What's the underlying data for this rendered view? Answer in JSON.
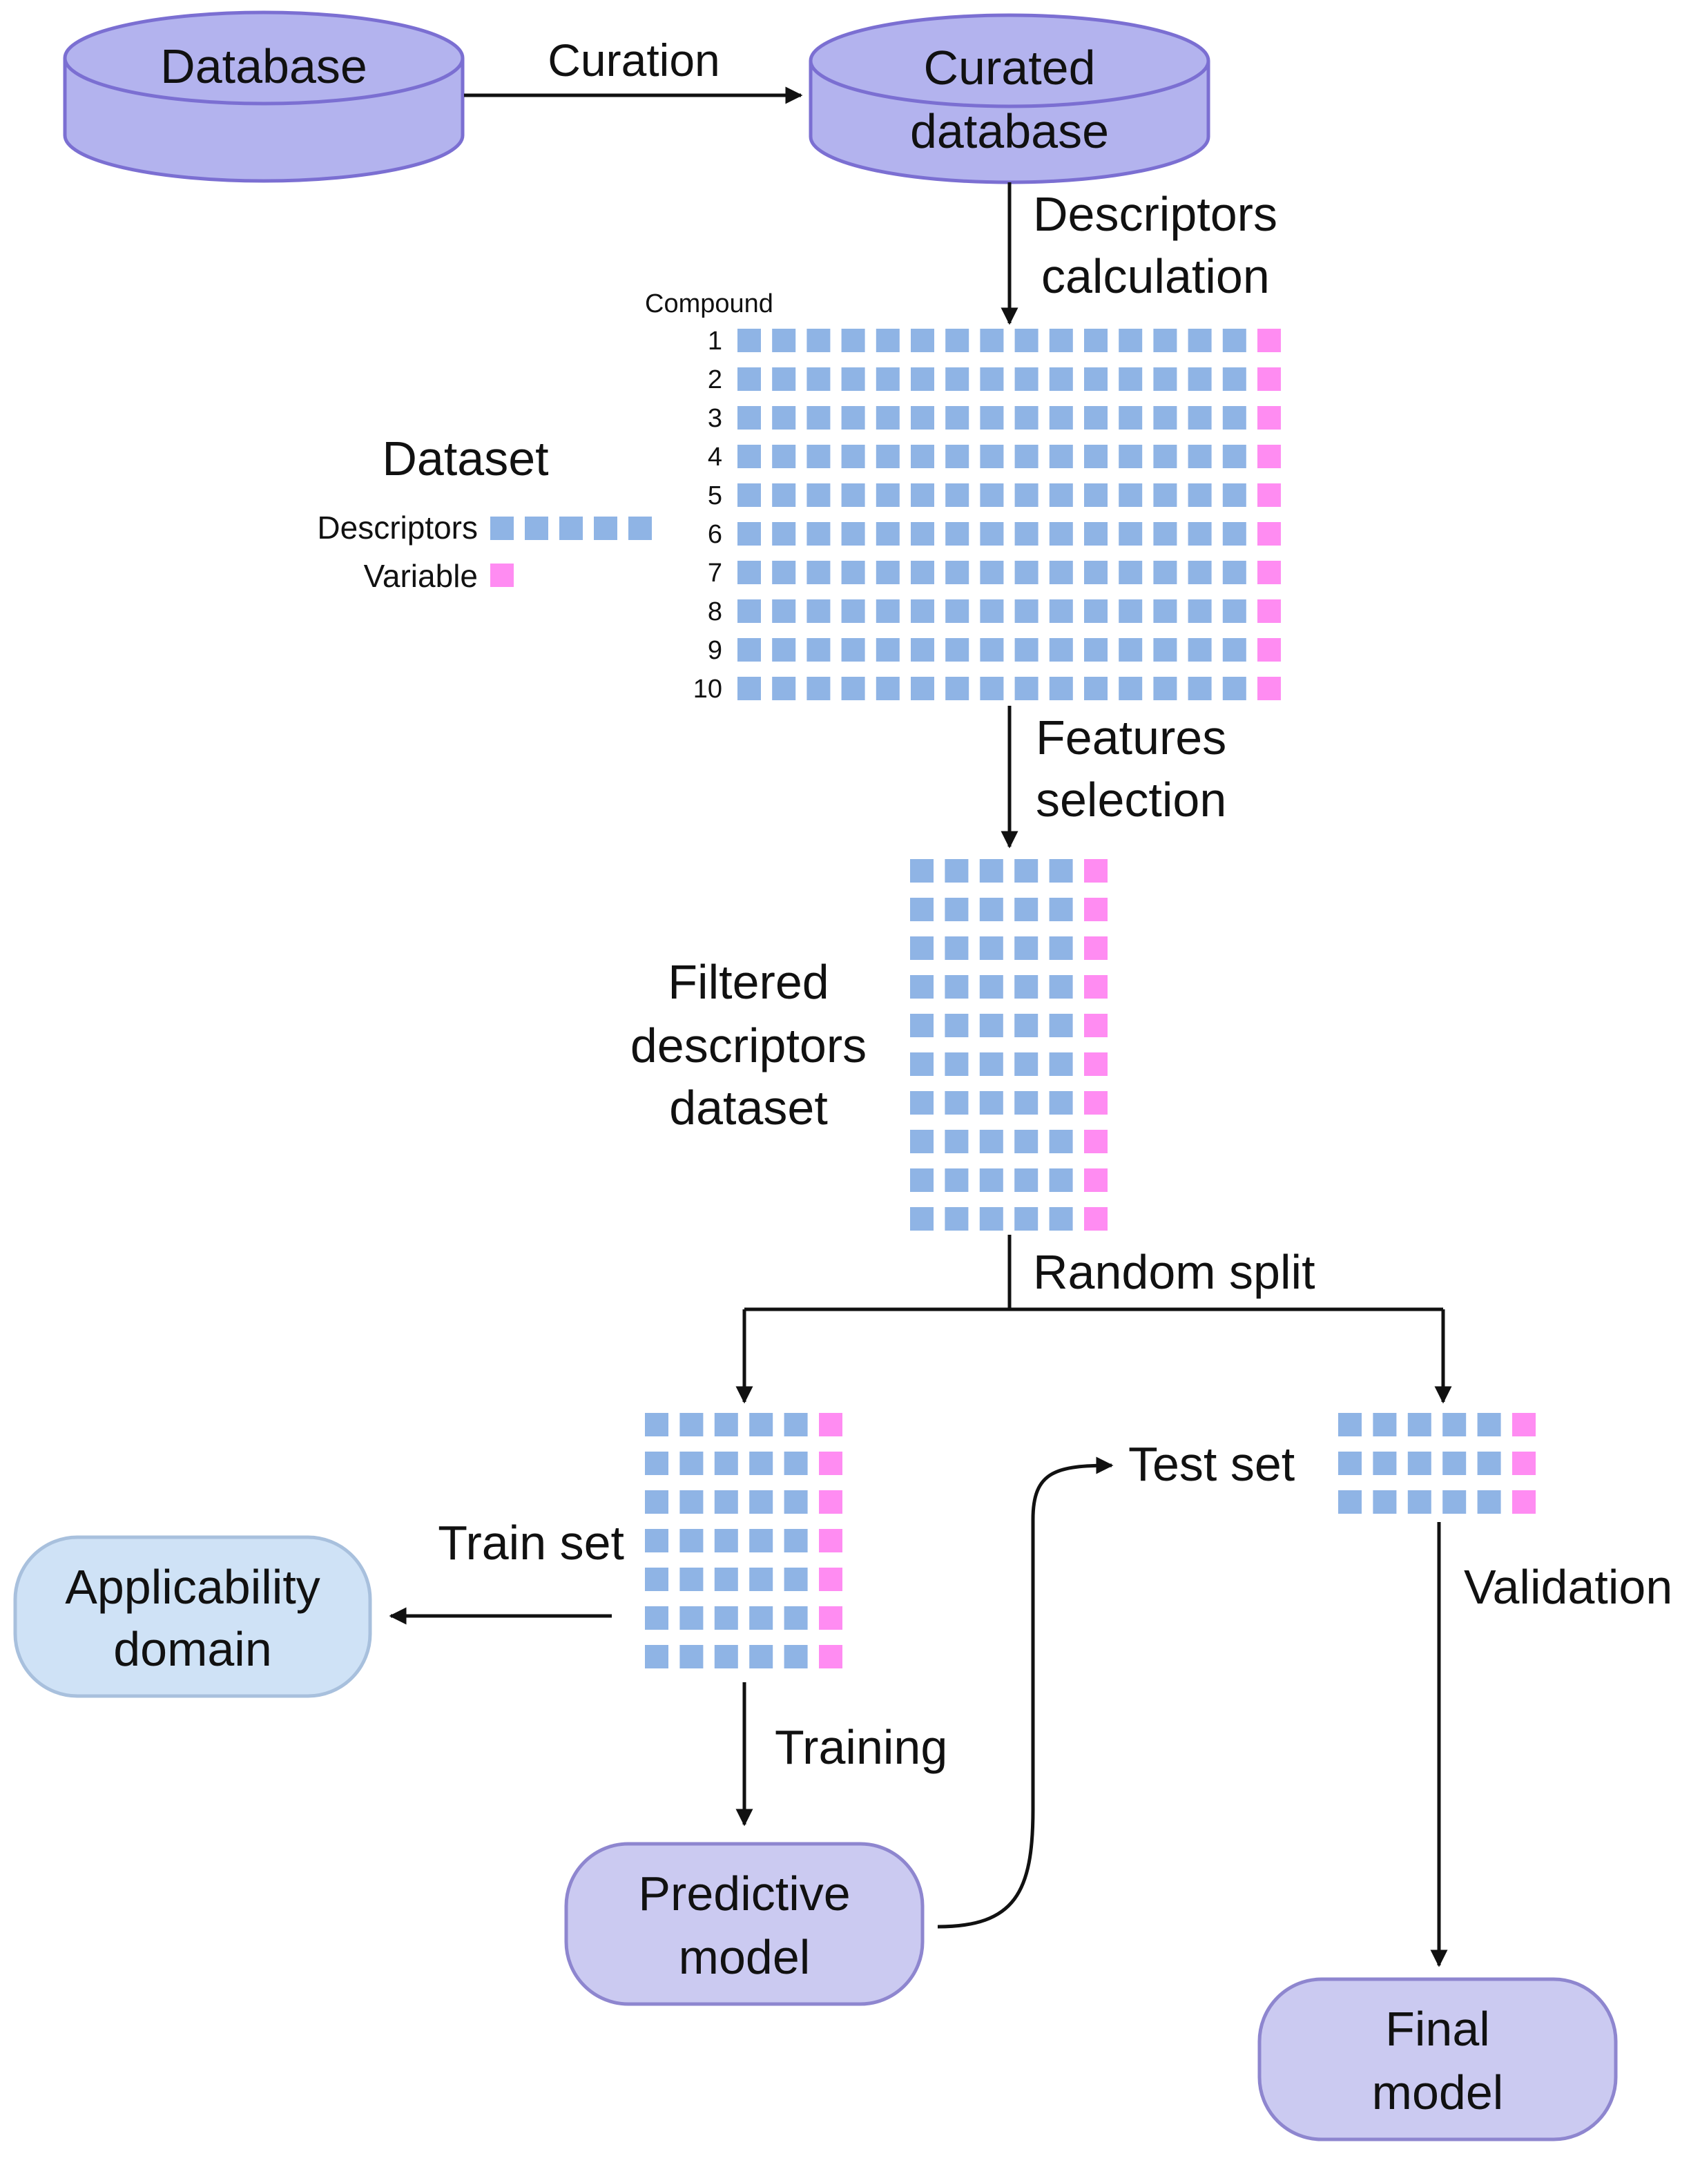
{
  "colors": {
    "cylinder_fill": "#b3b3ee",
    "cylinder_stroke": "#7b6fd2",
    "node_purple_fill": "#cbcaf1",
    "node_purple_stroke": "#8e86cf",
    "node_blue_fill": "#cfe2f6",
    "node_blue_stroke": "#a8c0dd",
    "descriptor": "#8fb4e5",
    "variable": "#ff8cf2",
    "edge": "#111111"
  },
  "nodes": {
    "database": "Database",
    "curated_line1": "Curated",
    "curated_line2": "database",
    "applicability_line1": "Applicability",
    "applicability_line2": "domain",
    "predictive_line1": "Predictive",
    "predictive_line2": "model",
    "final_line1": "Final",
    "final_line2": "model"
  },
  "edges": {
    "curation": "Curation",
    "descriptors_calc_line1": "Descriptors",
    "descriptors_calc_line2": "calculation",
    "features_line1": "Features",
    "features_line2": "selection",
    "random_split": "Random split",
    "training": "Training",
    "validation": "Validation"
  },
  "dataset": {
    "title": "Dataset",
    "compound_header": "Compound",
    "row_labels": [
      "1",
      "2",
      "3",
      "4",
      "5",
      "6",
      "7",
      "8",
      "9",
      "10"
    ],
    "legend_descriptors": "Descriptors",
    "legend_variable": "Variable",
    "descriptor_columns": 15,
    "rows": 10
  },
  "filtered": {
    "line1": "Filtered",
    "line2": "descriptors",
    "line3": "dataset",
    "descriptor_columns": 5,
    "rows": 10
  },
  "train_set": {
    "label": "Train set",
    "descriptor_columns": 5,
    "rows": 7
  },
  "test_set": {
    "label": "Test set",
    "descriptor_columns": 5,
    "rows": 3
  }
}
